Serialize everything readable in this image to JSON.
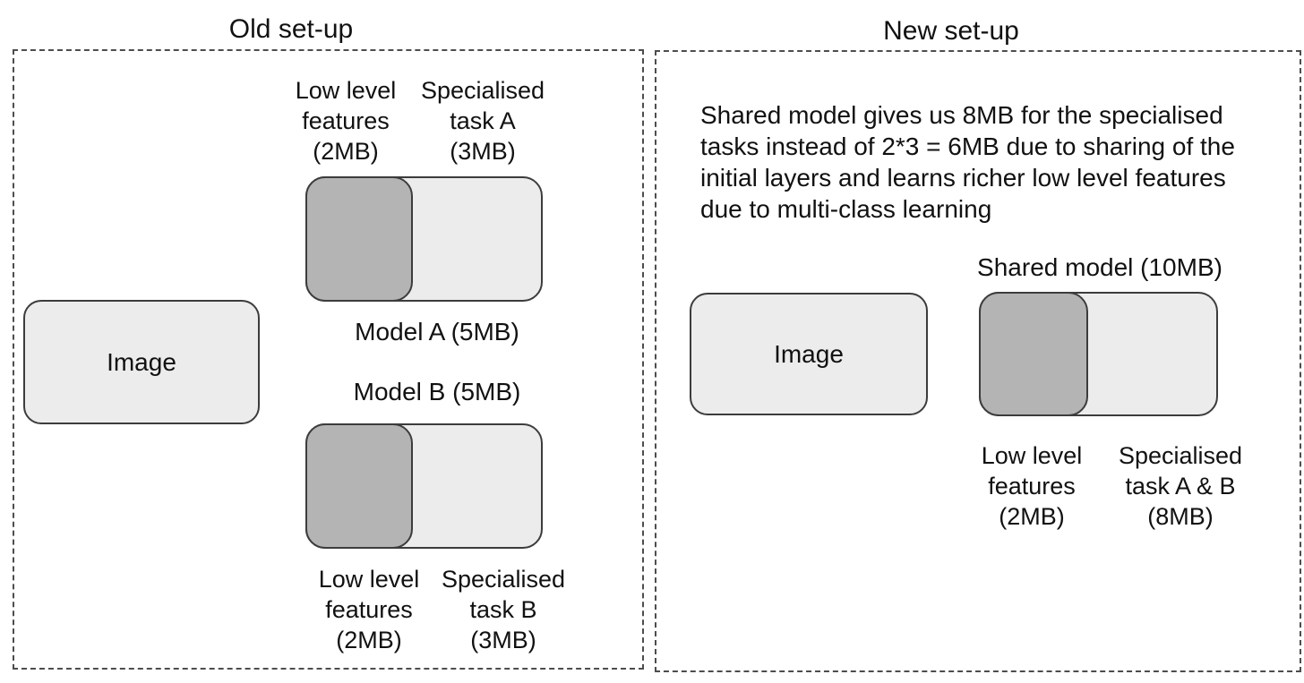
{
  "colors": {
    "background": "#ffffff",
    "light_gray_fill": "#ececec",
    "dark_gray_fill": "#b4b4b4",
    "box_border": "#3c3c3c",
    "panel_dashed_border": "#4d4d4d",
    "text": "#111111"
  },
  "old_panel": {
    "title": "Old set-up",
    "image_box": {
      "label": "Image"
    },
    "model_a": {
      "features_label": "Low level\nfeatures\n(2MB)",
      "task_label": "Specialised\ntask A\n(3MB)",
      "caption": "Model A (5MB)"
    },
    "model_b": {
      "caption": "Model B (5MB)",
      "features_label": "Low level\nfeatures\n(2MB)",
      "task_label": "Specialised\ntask B\n(3MB)"
    }
  },
  "new_panel": {
    "title": "New set-up",
    "note": "Shared model gives us 8MB for the specialised\ntasks instead of 2*3 = 6MB due to sharing of the\ninitial layers and learns richer low level features\ndue to multi-class learning",
    "image_box": {
      "label": "Image"
    },
    "shared_model": {
      "caption": "Shared model (10MB)",
      "features_label": "Low level\nfeatures\n(2MB)",
      "task_label": "Specialised\ntask A & B\n(8MB)"
    }
  }
}
